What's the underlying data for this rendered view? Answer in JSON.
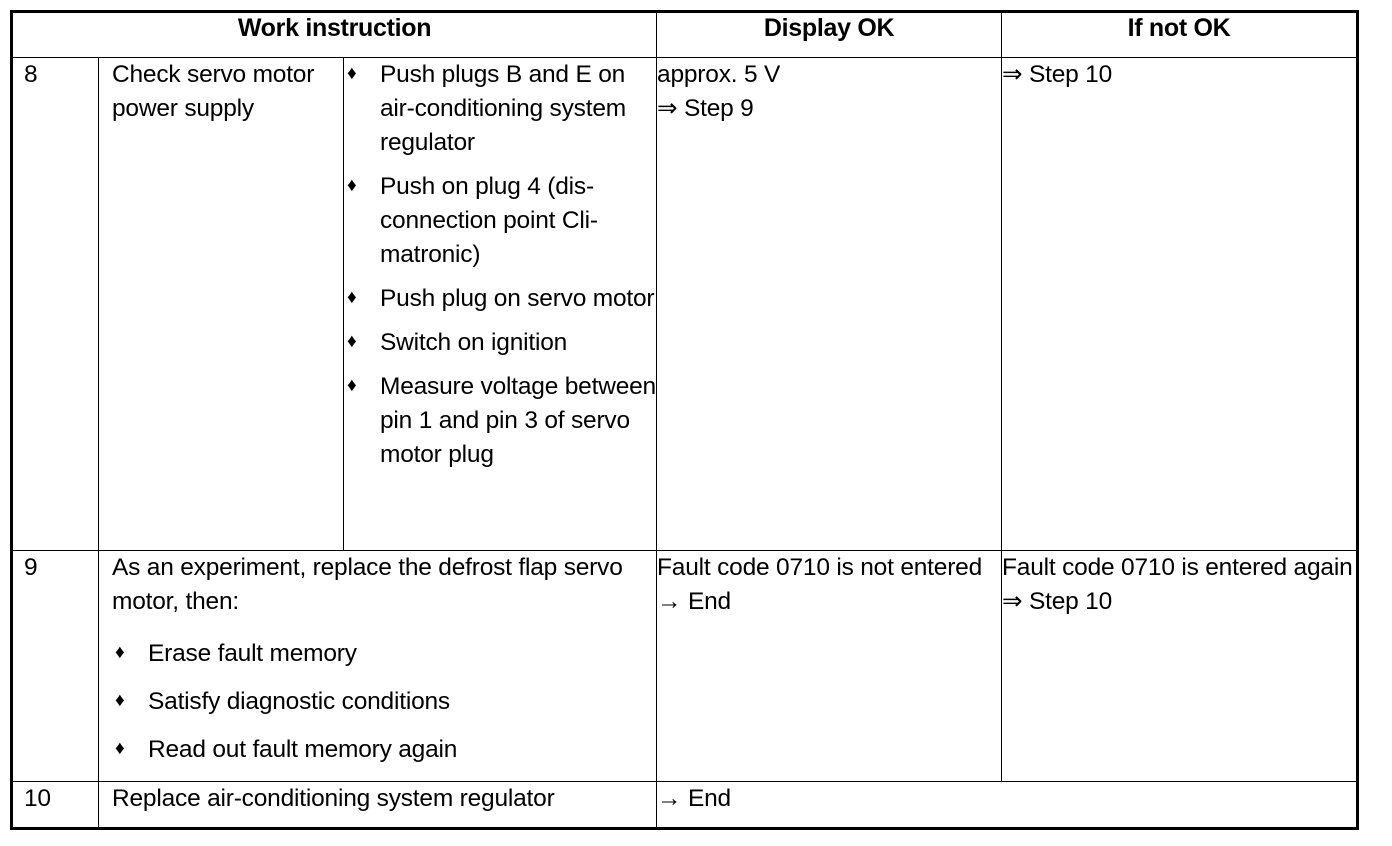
{
  "table": {
    "headers": [
      {
        "label": "Work instruction",
        "span": 3
      },
      {
        "label": "Display OK",
        "span": 1
      },
      {
        "label": "If not OK",
        "span": 1
      }
    ],
    "glyphs": {
      "bullet": "♦",
      "double_arrow": "⇒",
      "single_arrow": "→"
    },
    "rows": [
      {
        "number": "8",
        "task": "Check servo motor power supply",
        "steps": [
          "Push plugs B and E on air-conditioning system regulator",
          "Push on plug 4 (dis-connection point Cli-matronic)",
          "Push plug on servo motor",
          "Switch on ignition",
          "Measure voltage between pin 1 and pin 3 of servo motor plug"
        ],
        "display_ok": {
          "line1": "approx. 5 V",
          "line2": "⇒ Step 9"
        },
        "if_not_ok": {
          "line1": "⇒ Step 10",
          "line2": ""
        }
      },
      {
        "number": "9",
        "intro": "As an experiment, replace the defrost flap servo motor, then:",
        "steps": [
          "Erase fault memory",
          "Satisfy diagnostic conditions",
          "Read out fault memory again"
        ],
        "display_ok": {
          "line1": "Fault code 0710 is not entered",
          "line2": "→ End"
        },
        "if_not_ok": {
          "line1": "Fault code 0710 is entered again",
          "line2": "⇒ Step 10"
        }
      },
      {
        "number": "10",
        "task": "Replace air-conditioning system regulator",
        "result": "→ End"
      }
    ]
  }
}
